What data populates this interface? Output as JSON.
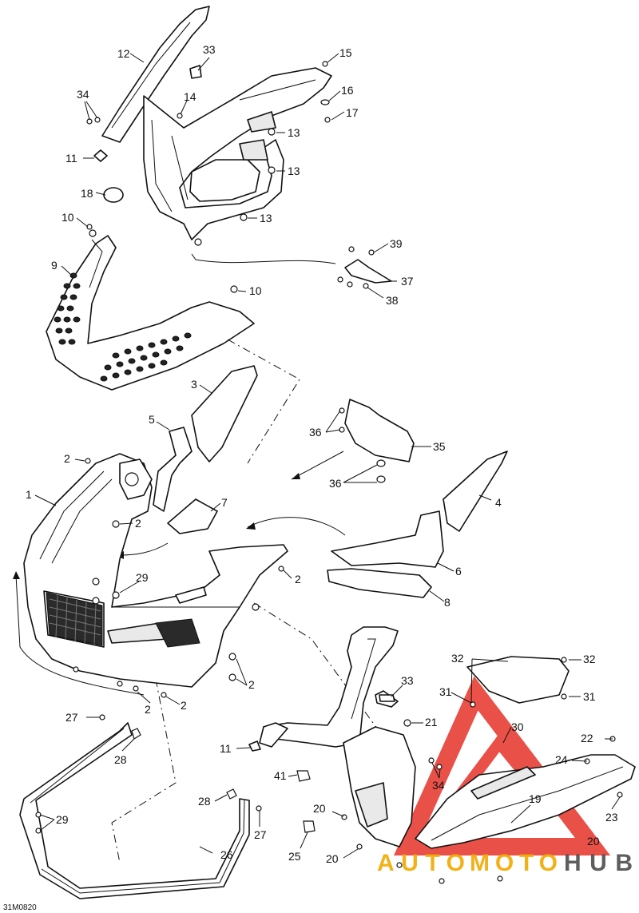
{
  "diagram_ref": "31M0820",
  "watermark": {
    "text_auto": "AUTO",
    "text_moto": "MOTO",
    "text_hub": "HUB",
    "color_red": "#e63329",
    "color_orange": "#f2a900",
    "color_gray": "#4d4d4d"
  },
  "callouts": {
    "c12": "12",
    "c33a": "33",
    "c15": "15",
    "c34a": "34",
    "c14": "14",
    "c16": "16",
    "c17": "17",
    "c13a": "13",
    "c11a": "11",
    "c13b": "13",
    "c18": "18",
    "c10a": "10",
    "c13c": "13",
    "c39": "39",
    "c9": "9",
    "c37": "37",
    "c10b": "10",
    "c38": "38",
    "c3": "3",
    "c5": "5",
    "c36a": "36",
    "c35": "35",
    "c2a": "2",
    "c36b": "36",
    "c1": "1",
    "c2b": "2",
    "c7": "7",
    "c4": "4",
    "c2c": "2",
    "c29a": "29",
    "c6": "6",
    "c8": "8",
    "c32a": "32",
    "c32b": "32",
    "c33b": "33",
    "c2d": "2",
    "c31a": "31",
    "c31b": "31",
    "c2e": "2",
    "c2f": "2",
    "c27a": "27",
    "c21": "21",
    "c30": "30",
    "c28a": "28",
    "c11b": "11",
    "c22": "22",
    "c41": "41",
    "c24": "24",
    "c34b": "34",
    "c28b": "28",
    "c19": "19",
    "c29b": "29",
    "c20a": "20",
    "c27b": "27",
    "c23": "23",
    "c25": "25",
    "c20b": "20",
    "c20c": "20",
    "c26": "26"
  }
}
